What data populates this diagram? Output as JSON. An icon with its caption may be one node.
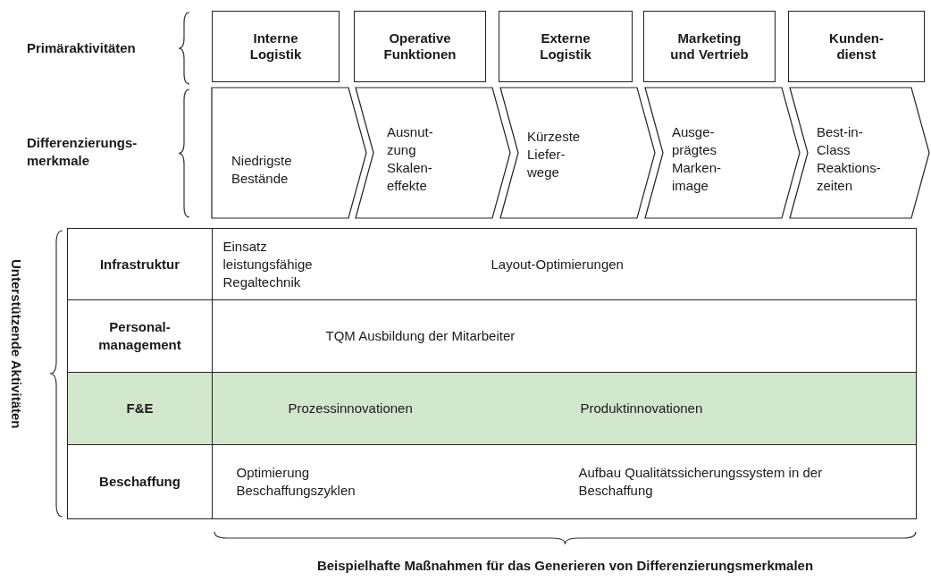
{
  "diagram": {
    "nodes": [
      {
        "text": [
          "Interne Logistik"
        ]
      },
      {
        "text": [
          "Operative Funktionen"
        ]
      },
      {
        "text": [
          "Externe Logistik"
        ]
      },
      {
        "text": [
          "Marketing und Vertrieb"
        ]
      },
      {
        "text": [
          "Kunden- dienst"
        ]
      },
      {
        "text": [
          "Niedrigste Bestände"
        ]
      },
      {
        "text": [
          "Ausnut- zung Skalen- effekte"
        ]
      },
      {
        "text": [
          "Kürzeste Liefer- wege"
        ]
      },
      {
        "text": [
          "Ausge- prägtes Marken- image"
        ]
      },
      {
        "text": [
          "Best-in- Class Reaktions- zeiten"
        ]
      },
      {
        "text": [
          "Infrastruktur"
        ]
      },
      {
        "text": [
          "Einsatz leistungsfähige Regaltechnik",
          "Layout-Optimierungen"
        ]
      },
      {
        "text": [
          "Personal- management"
        ]
      },
      {
        "text": [
          "TQM Ausbildung der Mitarbeiter"
        ]
      },
      {
        "text": [
          "F&E"
        ]
      },
      {
        "text": [
          "Prozessinnovationen",
          "Produktinnovationen"
        ]
      },
      {
        "text": [
          "Beschaffung"
        ]
      },
      {
        "text": [
          "Optimierung Beschaffungszyklen",
          "Aufbau Qualitätssicherungssystem in der Beschaffung"
        ]
      }
    ],
    "edges": [],
    "labels": [
      "Primäraktivitäten",
      "Differenzierungs- merkmale",
      "Unterstützende Aktivitäten",
      "Beispielhafte Maßnahmen für das Generieren von Differenzierungsmerkmalen"
    ]
  }
}
